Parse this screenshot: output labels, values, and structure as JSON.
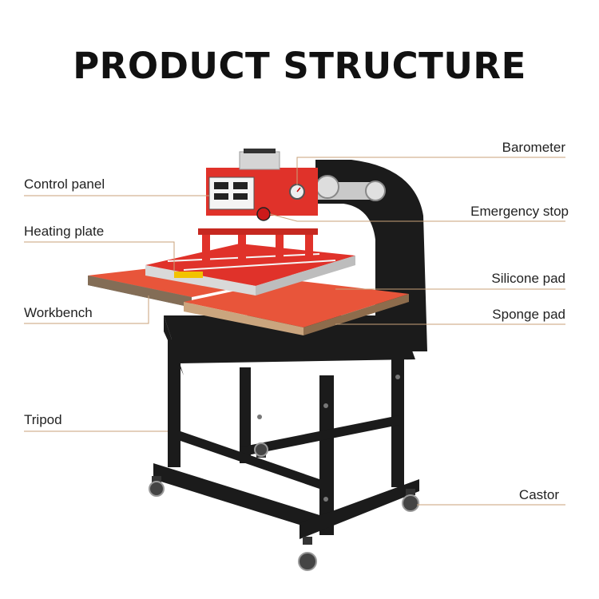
{
  "title": "PRODUCT STRUCTURE",
  "colors": {
    "leader_line": "#c8a27a",
    "frame": "#1b1b1b",
    "heater": "#e0322a",
    "pad": "#e8553a",
    "accent_metal": "#b8b8b8"
  },
  "labels": {
    "control_panel": "Control panel",
    "heating_plate": "Heating plate",
    "workbench": "Workbench",
    "tripod": "Tripod",
    "barometer": "Barometer",
    "emergency_stop": "Emergency stop",
    "silicone_pad": "Silicone pad",
    "sponge_pad": "Sponge pad",
    "castor": "Castor"
  }
}
